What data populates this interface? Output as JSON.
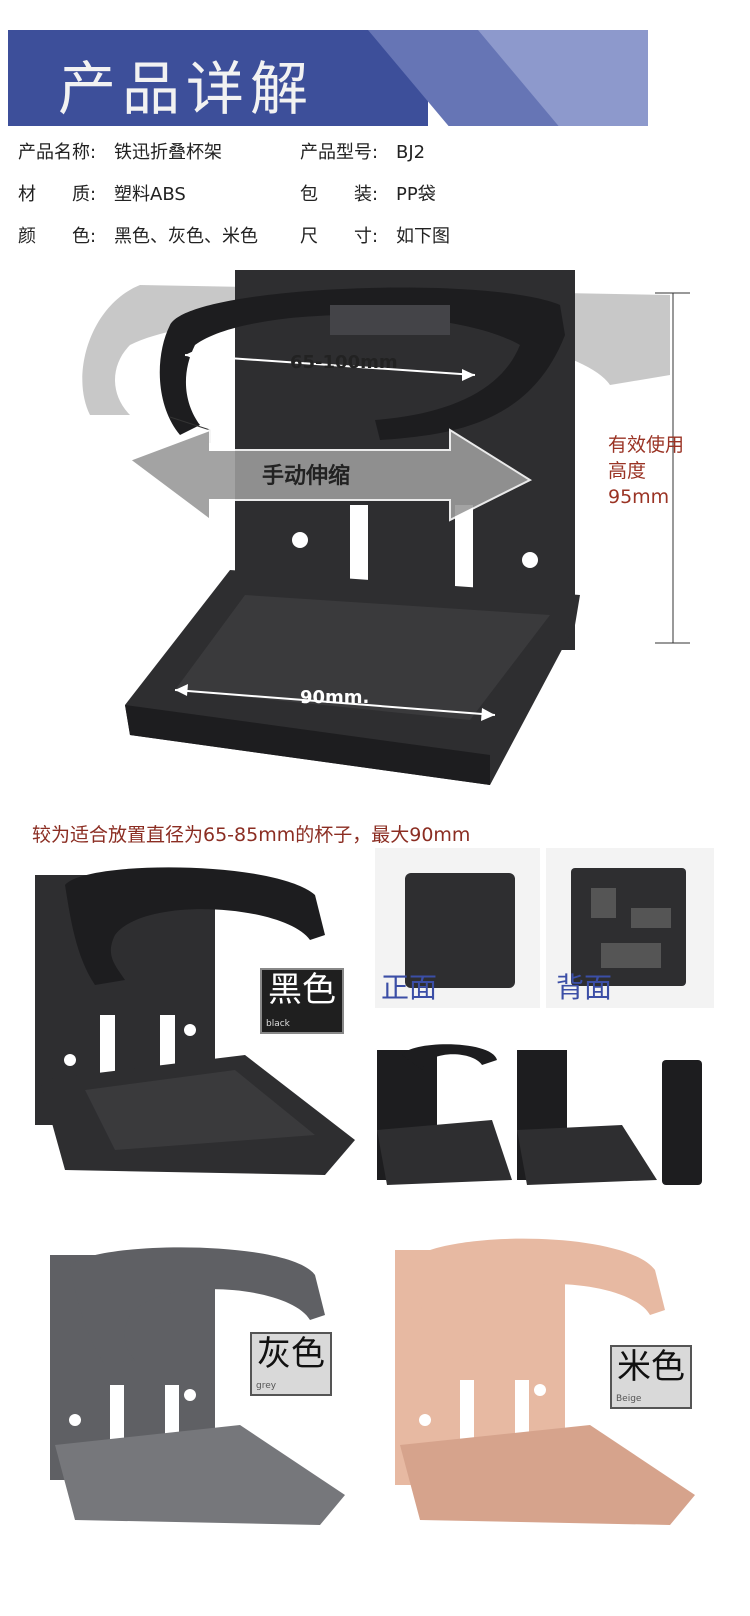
{
  "header": {
    "title": "产品详解"
  },
  "specs": [
    {
      "key": "产品名称:",
      "value": "铁迅折叠杯架"
    },
    {
      "key": "产品型号:",
      "value": "BJ2"
    },
    {
      "key": "材　　质:",
      "value": "塑料ABS"
    },
    {
      "key": "包　　装:",
      "value": "PP袋"
    },
    {
      "key": "颜　　色:",
      "value": "黑色、灰色、米色"
    },
    {
      "key": "尺　　寸:",
      "value": "如下图"
    }
  ],
  "diagram": {
    "ring_dimension": "65-100mm",
    "telescope_label": "手动伸缩",
    "base_dimension": "90mm.",
    "height_note_line1": "有效使用",
    "height_note_line2": "高度",
    "height_note_line3": "95mm"
  },
  "note": "较为适合放置直径为65-85mm的杯子，最大90mm",
  "colors": {
    "black": {
      "cn": "黑色",
      "en": "black"
    },
    "grey": {
      "cn": "灰色",
      "en": "grey"
    },
    "beige": {
      "cn": "米色",
      "en": "Beige"
    }
  },
  "views": {
    "front": "正面",
    "back": "背面"
  },
  "palette": {
    "banner": "#3d4f9a",
    "note_text": "#8b2d22",
    "view_label": "#3b4ea6"
  }
}
